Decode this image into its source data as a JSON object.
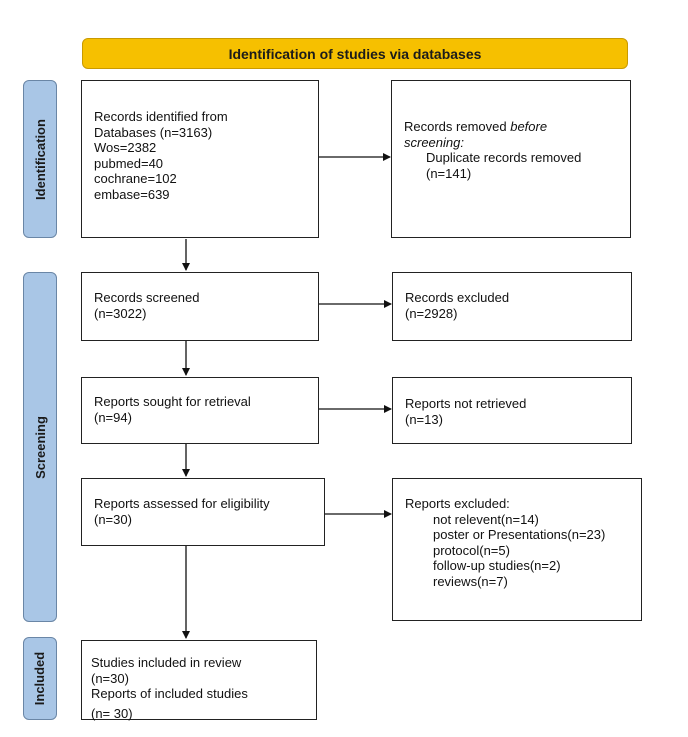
{
  "banner": {
    "title": "Identification of studies via databases"
  },
  "phases": {
    "identification": "Identification",
    "screening": "Screening",
    "included": "Included"
  },
  "identification_box": {
    "line1": "Records identified from",
    "line2": "Databases (n=3163)",
    "line3": "Wos=2382",
    "line4": "pubmed=40",
    "line5": "cochrane=102",
    "line6": "embase=639"
  },
  "removed_box": {
    "prefix": "Records removed ",
    "emph": "before",
    "line2": "screening:",
    "line3": "Duplicate records removed",
    "line4": "(n=141)"
  },
  "screened_box": {
    "line1": "Records screened",
    "line2": "(n=3022)"
  },
  "excluded_box": {
    "line1": "Records excluded",
    "line2": "(n=2928)"
  },
  "sought_box": {
    "line1": "Reports sought for retrieval",
    "line2": "(n=94)"
  },
  "not_retrieved_box": {
    "line1": "Reports not retrieved",
    "line2": "(n=13)"
  },
  "assessed_box": {
    "line1": "Reports assessed for eligibility",
    "line2": "(n=30)"
  },
  "reports_excluded_box": {
    "title": "Reports excluded:",
    "items": [
      "not relevent(n=14)",
      "poster or Presentations(n=23)",
      "protocol(n=5)",
      "follow-up studies(n=2)",
      "reviews(n=7)"
    ]
  },
  "included_box": {
    "line1": "Studies included in review",
    "line2": "(n=30)",
    "line3": "Reports of included studies",
    "line4": "(n= 30)"
  }
}
